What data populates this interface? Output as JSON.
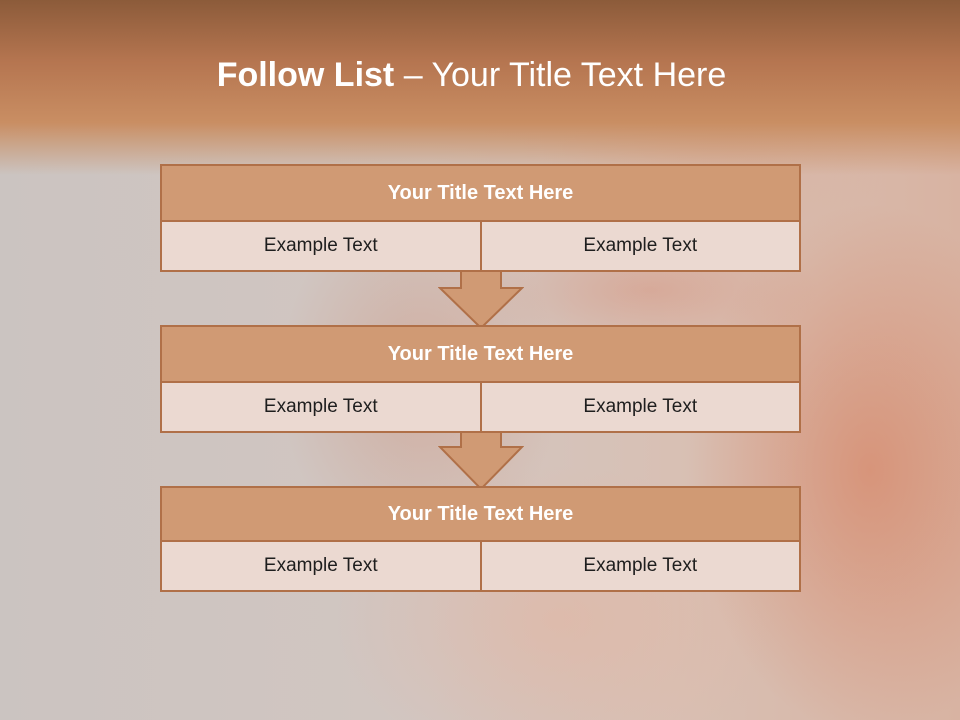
{
  "title": {
    "bold": "Follow List",
    "rest": "– Your Title Text Here"
  },
  "blocks": [
    {
      "title": "Your Title Text Here",
      "cells": [
        "Example Text",
        "Example Text"
      ]
    },
    {
      "title": "Your Title Text Here",
      "cells": [
        "Example Text",
        "Example Text"
      ]
    },
    {
      "title": "Your Title Text Here",
      "cells": [
        "Example Text",
        "Example Text"
      ]
    }
  ],
  "colors": {
    "header_fill": "#d09a74",
    "border": "#b07048",
    "cell_fill": "#ebd9d1",
    "top_band": "#b57550"
  }
}
